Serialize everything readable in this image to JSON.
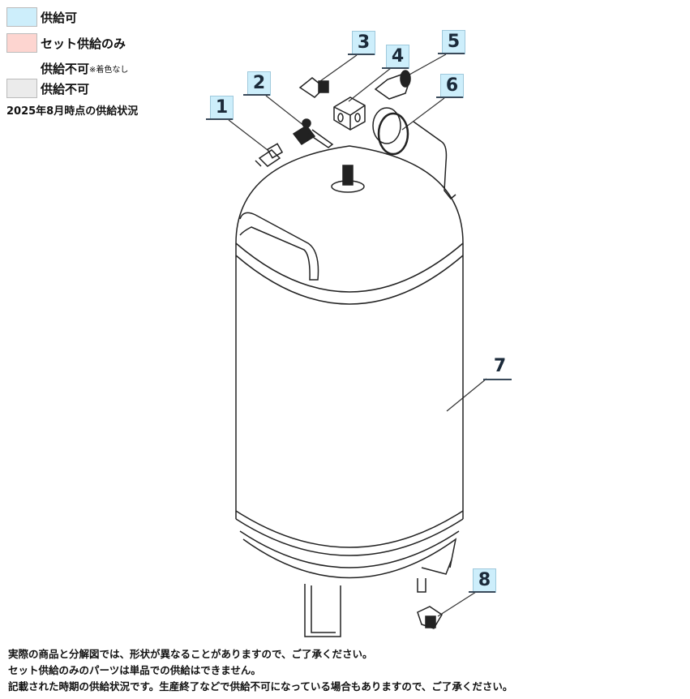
{
  "legend": {
    "items": [
      {
        "label": "供給可",
        "color": "#cdeefb"
      },
      {
        "label": "セット供給のみ",
        "color": "#fdd5d0"
      },
      {
        "label": "供給不可",
        "note": "※着色なし",
        "color": "#ffffff"
      },
      {
        "label": "供給不可",
        "color": "#ebebeb"
      }
    ],
    "status_date": "2025年8月時点の供給状況"
  },
  "callouts": [
    "1",
    "2",
    "3",
    "4",
    "5",
    "6",
    "7",
    "8"
  ],
  "notes": [
    "実際の商品と分解図では、形状が異なることがありますので、ご了承ください。",
    "セット供給のみのパーツは単品での供給はできません。",
    "記載された時期の供給状況です。生産終了などで供給不可になっている場合もありますので、ご了承ください。"
  ]
}
